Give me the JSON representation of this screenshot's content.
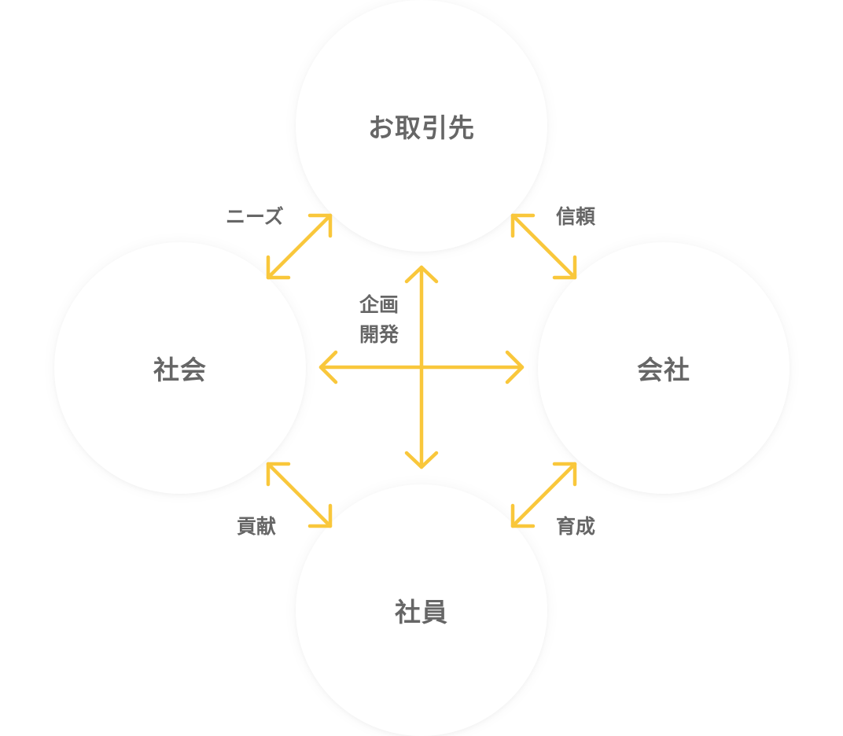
{
  "nodes": {
    "top": "お取引先",
    "left": "社会",
    "right": "会社",
    "bottom": "社員"
  },
  "relations": {
    "needs": "ニーズ",
    "trust": "信頼",
    "contribution": "貢献",
    "growth": "育成",
    "center_line1": "企画",
    "center_line2": "開発"
  },
  "colors": {
    "arrow": "#f9c73b",
    "text": "#666666",
    "circle": "#ffffff"
  }
}
